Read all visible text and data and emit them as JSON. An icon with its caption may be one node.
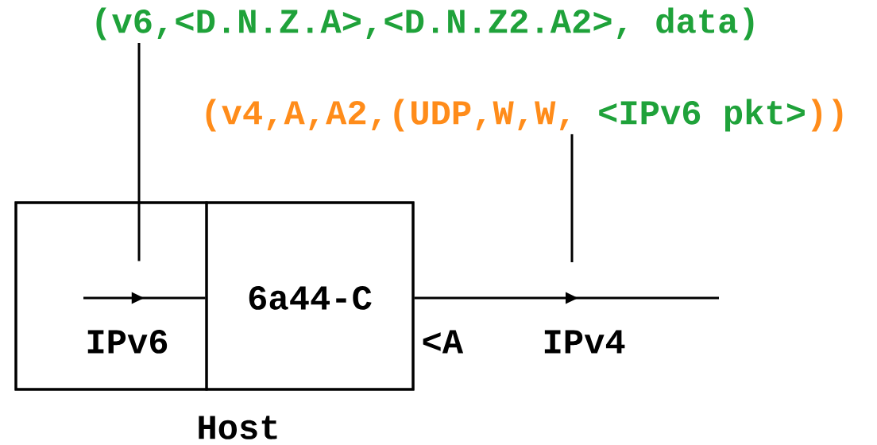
{
  "diagram": {
    "nodes": [
      {
        "text": [
          "Host"
        ]
      },
      {
        "text": [
          "IPv6"
        ],
        "in": 0
      },
      {
        "text": [
          "6a44-C"
        ],
        "in": 0
      },
      {
        "text": [
          "(v6,<D.N.Z.A>,<D.N.Z2.A2>, data)"
        ]
      },
      {
        "text": [
          "(v4,A,A2,(UDP,W,W,",
          "<IPv6 pkt>",
          "))"
        ]
      }
    ],
    "edges": [
      {
        "from": 1,
        "to": 2,
        "arrow": "to"
      },
      {
        "from": 3,
        "to": 1,
        "arrow": "none"
      },
      {
        "from": 2,
        "to": null,
        "arrow": "to"
      },
      {
        "from": 4,
        "to": null,
        "arrow": "none"
      }
    ],
    "labels": [
      "<A",
      "IPv4"
    ]
  }
}
